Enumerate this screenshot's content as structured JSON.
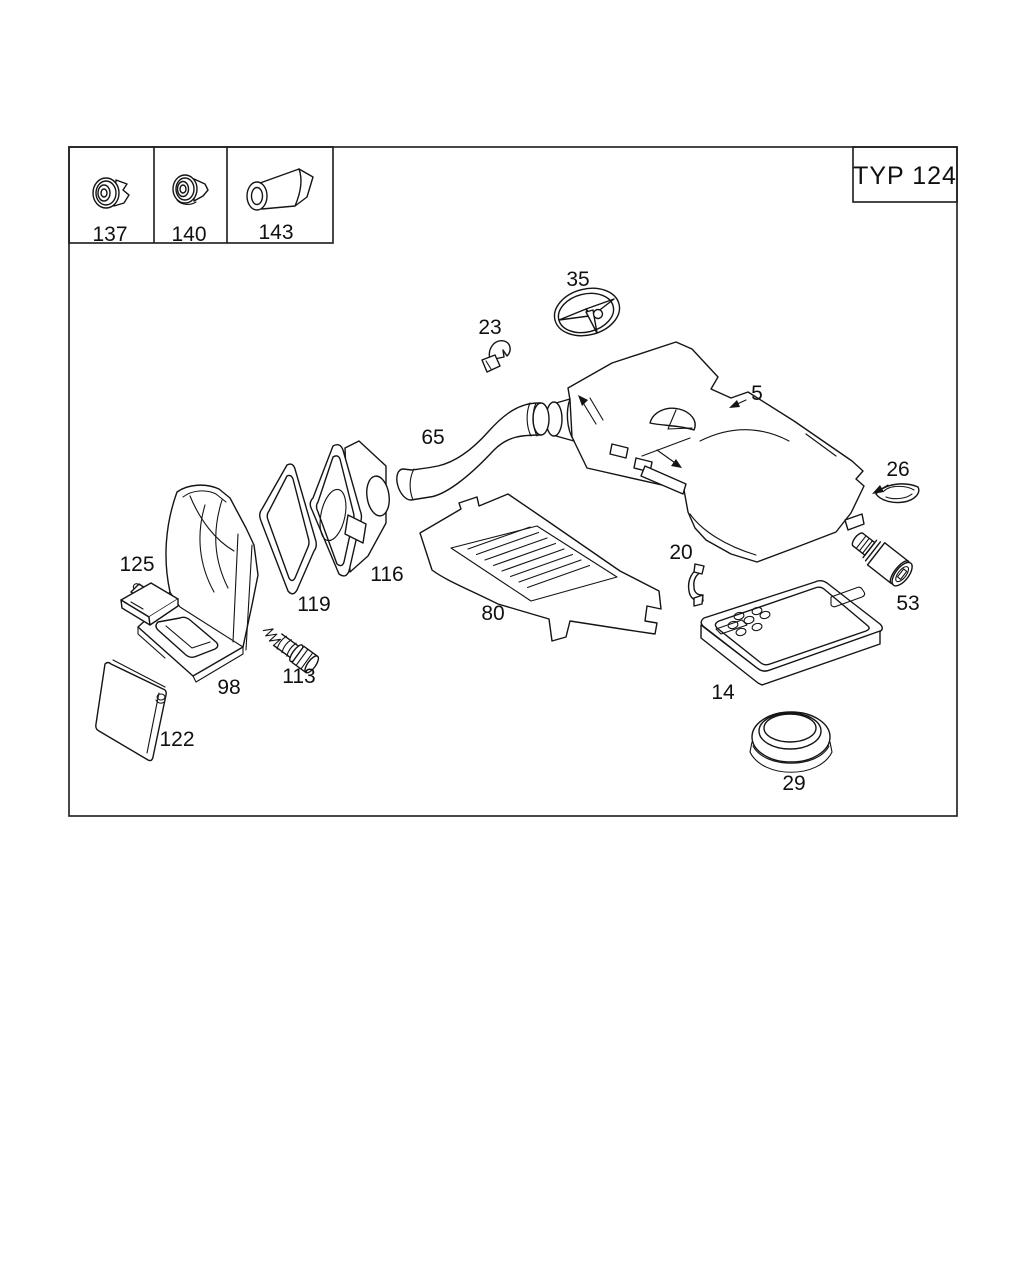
{
  "diagram": {
    "typ_label": "TYP 124"
  },
  "labels": {
    "5": "5",
    "14": "14",
    "20": "20",
    "23": "23",
    "26": "26",
    "29": "29",
    "35": "35",
    "53": "53",
    "65": "65",
    "80": "80",
    "98": "98",
    "113": "113",
    "116": "116",
    "119": "119",
    "122": "122",
    "125": "125",
    "137": "137",
    "140": "140",
    "143": "143"
  }
}
